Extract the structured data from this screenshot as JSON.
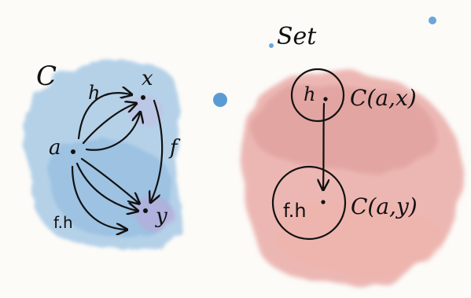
{
  "left_panel": {
    "category_label": "C",
    "objects": {
      "a": "a",
      "x": "x",
      "y": "y"
    },
    "morphism_labels": {
      "h": "h",
      "f": "f",
      "fh": "f.h"
    }
  },
  "right_panel": {
    "title": "Set",
    "top_element": "h",
    "bottom_element": "f.h",
    "top_hom_label": "C(a,x)",
    "bottom_hom_label": "C(a,y)"
  },
  "colors": {
    "blue_wash": "#9cc3e3",
    "purple_tint": "#b9a6d8",
    "red_wash": "#e9a6a1",
    "dot_blue": "#5b9bd5",
    "ink": "#111111"
  }
}
